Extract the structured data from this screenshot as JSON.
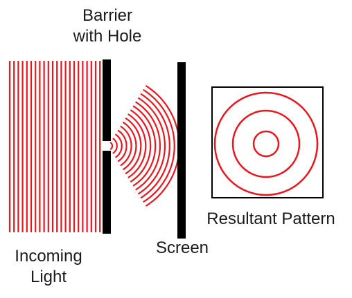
{
  "labels": {
    "barrier_line1": "Barrier",
    "barrier_line2": "with Hole",
    "incoming_line1": "Incoming",
    "incoming_line2": "Light",
    "screen": "Screen",
    "resultant": "Resultant Pattern"
  },
  "colors": {
    "wave": "#e8171f",
    "barrier": "#000000",
    "text": "#1a1a1a"
  }
}
